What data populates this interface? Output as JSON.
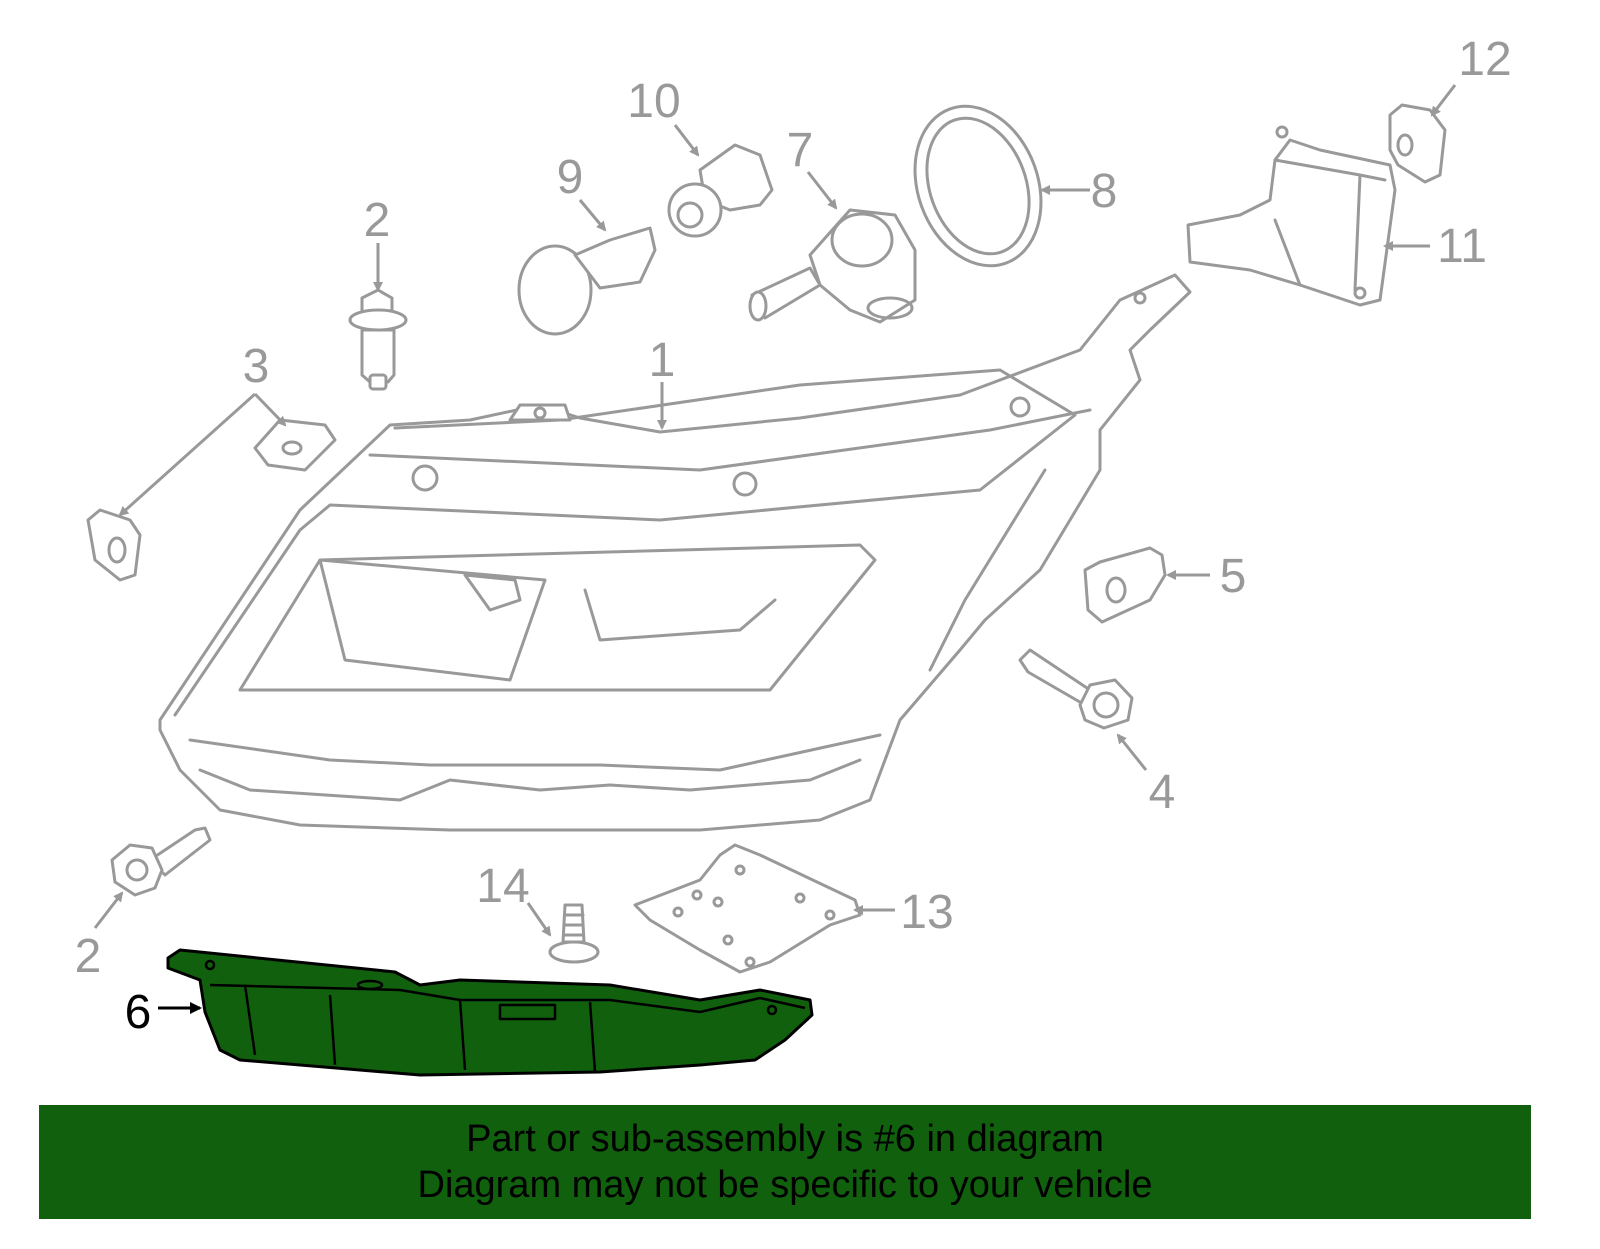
{
  "callouts": {
    "c1": "1",
    "c2a": "2",
    "c2b": "2",
    "c3": "3",
    "c4": "4",
    "c5": "5",
    "c6": "6",
    "c7": "7",
    "c8": "8",
    "c9": "9",
    "c10": "10",
    "c11": "11",
    "c12": "12",
    "c13": "13",
    "c14": "14"
  },
  "highlighted_part": "6",
  "colors": {
    "highlight_fill": "#11600d",
    "part_outline": "#999999",
    "banner_background": "#11600d"
  },
  "banner": {
    "line1": "Part or sub-assembly is #6 in diagram",
    "line2": "Diagram may not be specific to your vehicle"
  }
}
